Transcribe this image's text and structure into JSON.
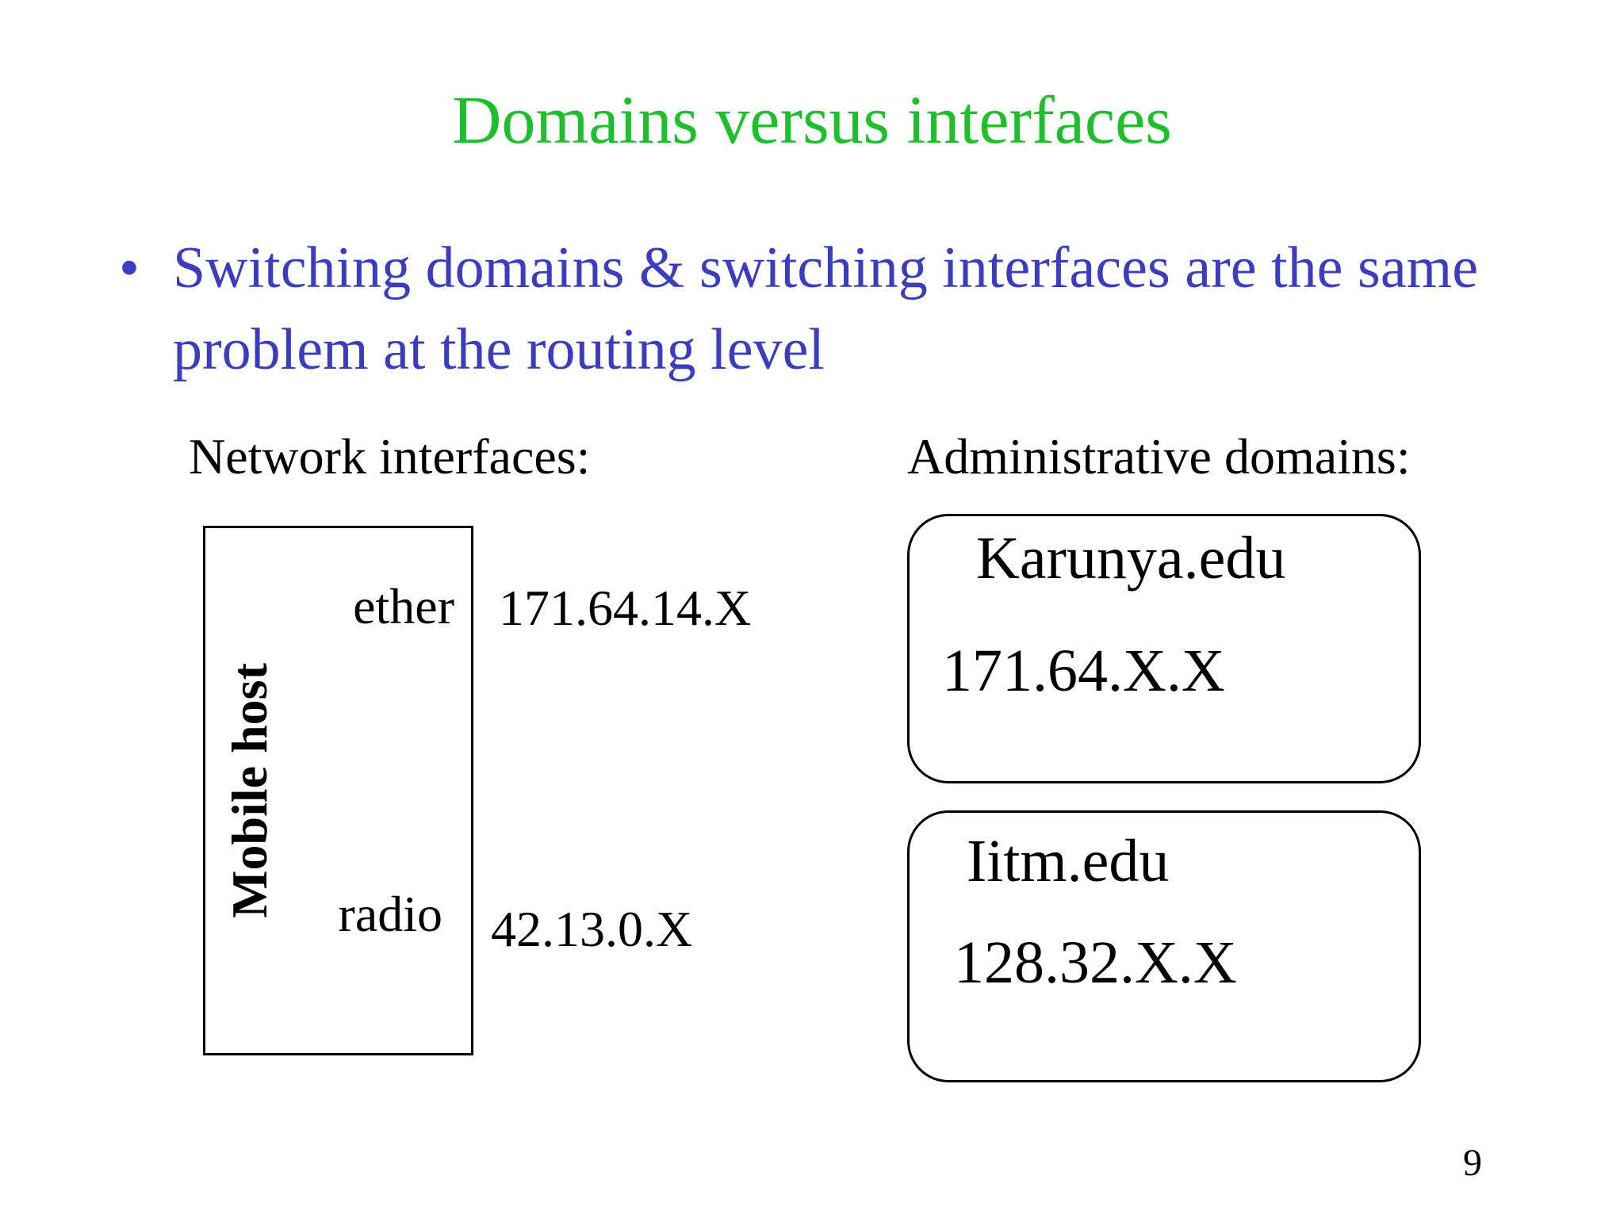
{
  "slide": {
    "title": "Domains versus interfaces",
    "bullet_marker": "•",
    "bullet_text": "Switching domains & switching interfaces are the same problem at the routing level",
    "page_number": "9",
    "colors": {
      "title_green": "#1EBE2D",
      "bullet_blue": "#3C3CBE",
      "text_black": "#000000",
      "background": "#FFFFFF"
    }
  },
  "network_interfaces": {
    "heading": "Network interfaces:",
    "host_label": "Mobile host",
    "interfaces": [
      {
        "name": "ether",
        "address": "171.64.14.X"
      },
      {
        "name": "radio",
        "address": "42.13.0.X"
      }
    ]
  },
  "administrative_domains": {
    "heading": "Administrative domains:",
    "domains": [
      {
        "name": "Karunya.edu",
        "address": "171.64.X.X"
      },
      {
        "name": "Iitm.edu",
        "address": "128.32.X.X"
      }
    ]
  }
}
